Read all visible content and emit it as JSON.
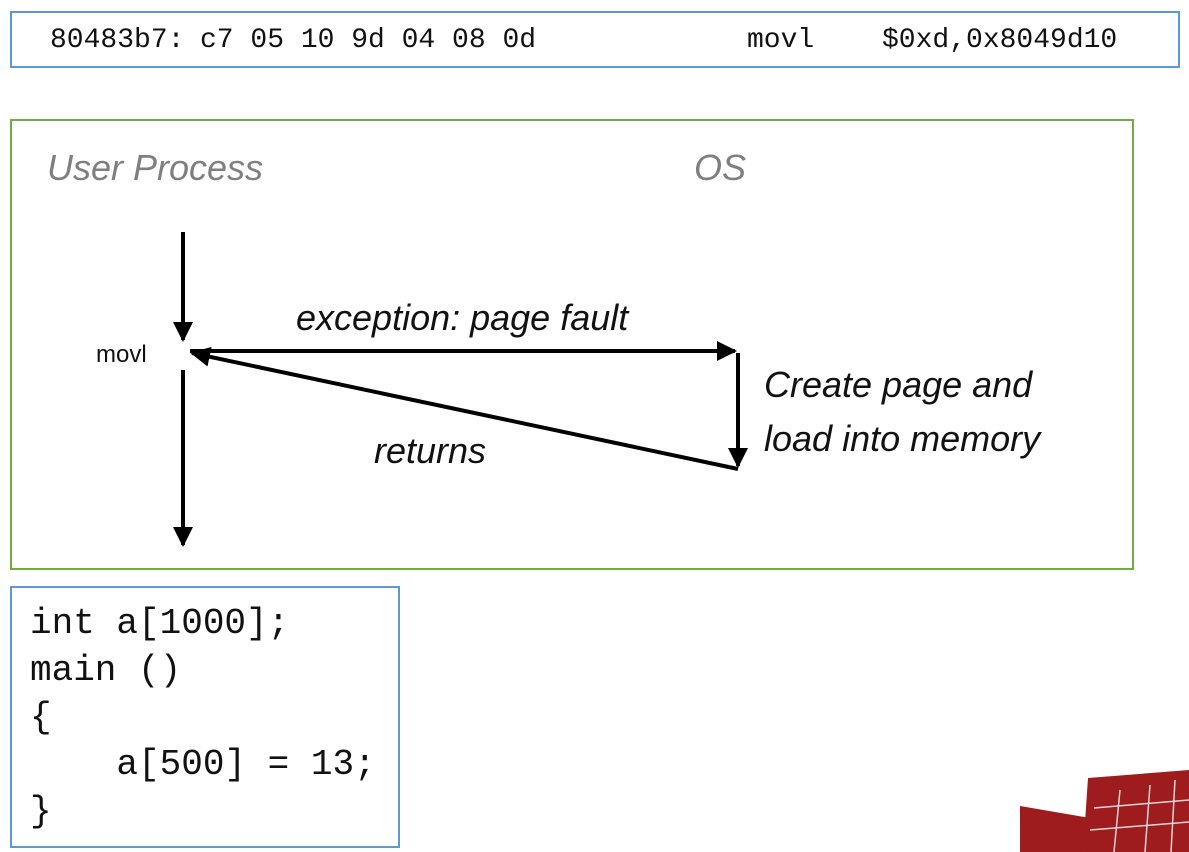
{
  "instruction": {
    "address": "80483b7:",
    "bytes": "c7 05 10 9d 04 08 0d",
    "mnemonic": "movl",
    "operands": "$0xd,0x8049d10"
  },
  "diagram": {
    "user_process_heading": "User Process",
    "os_heading": "OS",
    "instruction_label": "movl",
    "exception_label": "exception: page fault",
    "returns_label": "returns",
    "os_action_line1": "Create page and",
    "os_action_line2": "load into memory"
  },
  "code": {
    "lines": [
      "int a[1000];",
      "main ()",
      "{",
      "    a[500] = 13;",
      "}"
    ]
  },
  "colors": {
    "instr_border": "#5b9bd5",
    "diagram_border": "#70ad47",
    "heading": "#7f7f7f",
    "logo_red": "#9e1b1e"
  }
}
